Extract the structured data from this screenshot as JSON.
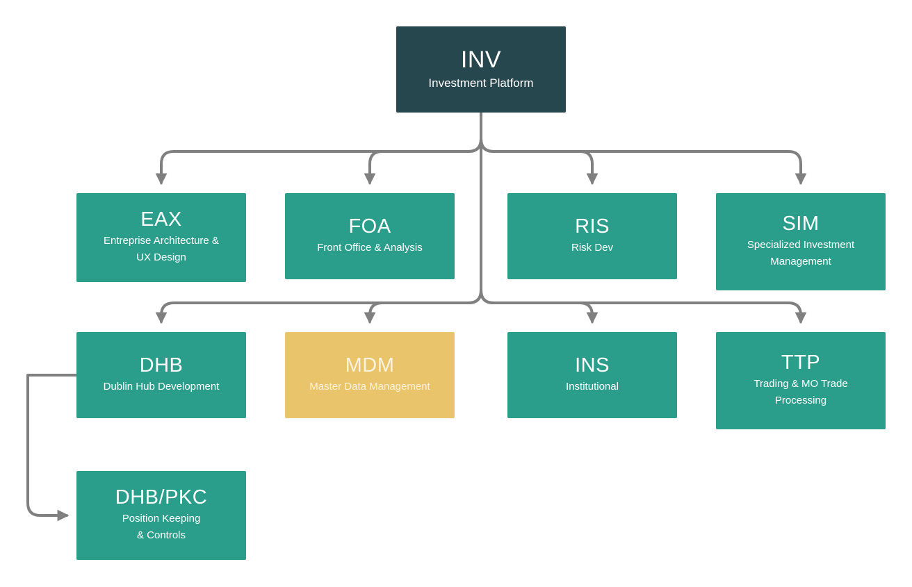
{
  "colors": {
    "root": "#27474f",
    "team": "#2a9d8b",
    "highlight": "#e9c46a",
    "connector": "#808080"
  },
  "root": {
    "code": "INV",
    "label": "Investment Platform"
  },
  "row1": [
    {
      "code": "EAX",
      "label": "Entreprise Architecture &\nUX Design"
    },
    {
      "code": "FOA",
      "label": "Front Office & Analysis"
    },
    {
      "code": "RIS",
      "label": "Risk Dev"
    },
    {
      "code": "SIM",
      "label": "Specialized Investment\nManagement"
    }
  ],
  "row2": [
    {
      "code": "DHB",
      "label": "Dublin Hub Development"
    },
    {
      "code": "MDM",
      "label": "Master Data Management"
    },
    {
      "code": "INS",
      "label": "Institutional"
    },
    {
      "code": "TTP",
      "label": "Trading & MO Trade\nProcessing"
    }
  ],
  "row3": [
    {
      "code": "DHB/PKC",
      "label": "Position Keeping\n& Controls"
    }
  ]
}
